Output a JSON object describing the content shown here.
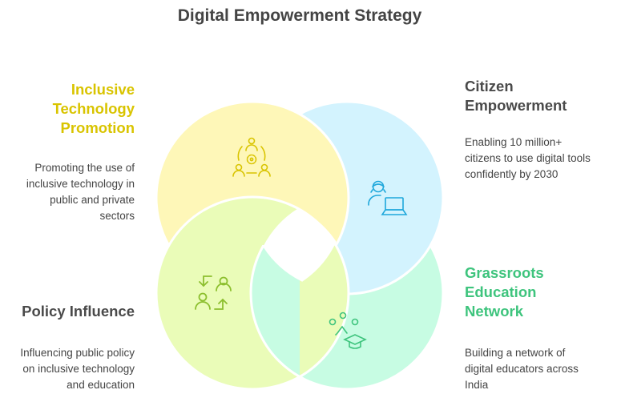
{
  "title": "Digital Empowerment Strategy",
  "colors": {
    "yellow_fill": "#FEF7B8",
    "blue_fill": "#D3F3FE",
    "lime_fill": "#EAFCB8",
    "mint_fill": "#C7FCE3",
    "yellow_text": "#D9C400",
    "green_text": "#3EC47D",
    "dark_text": "#4A4A4A"
  },
  "sections": [
    {
      "name": "Inclusive Technology Promotion",
      "title_lines": [
        "Inclusive",
        "Technology",
        "Promotion"
      ],
      "desc_lines": [
        "Promoting the use of",
        "inclusive technology in",
        "public and private",
        "sectors"
      ],
      "icon": "people-gear-icon"
    },
    {
      "name": "Citizen Empowerment",
      "title_lines": [
        "Citizen",
        "Empowerment"
      ],
      "desc_lines": [
        "Enabling 10 million+",
        "citizens to use digital tools",
        "confidently by 2030"
      ],
      "icon": "person-laptop-icon"
    },
    {
      "name": "Policy Influence",
      "title_lines": [
        "Policy Influence"
      ],
      "desc_lines": [
        "Influencing public policy",
        "on inclusive technology",
        "and education"
      ],
      "icon": "people-exchange-icon"
    },
    {
      "name": "Grassroots Education Network",
      "title_lines": [
        "Grassroots",
        "Education",
        "Network"
      ],
      "desc_lines": [
        "Building a network of",
        "digital educators across",
        "India"
      ],
      "icon": "graduation-network-icon"
    }
  ]
}
